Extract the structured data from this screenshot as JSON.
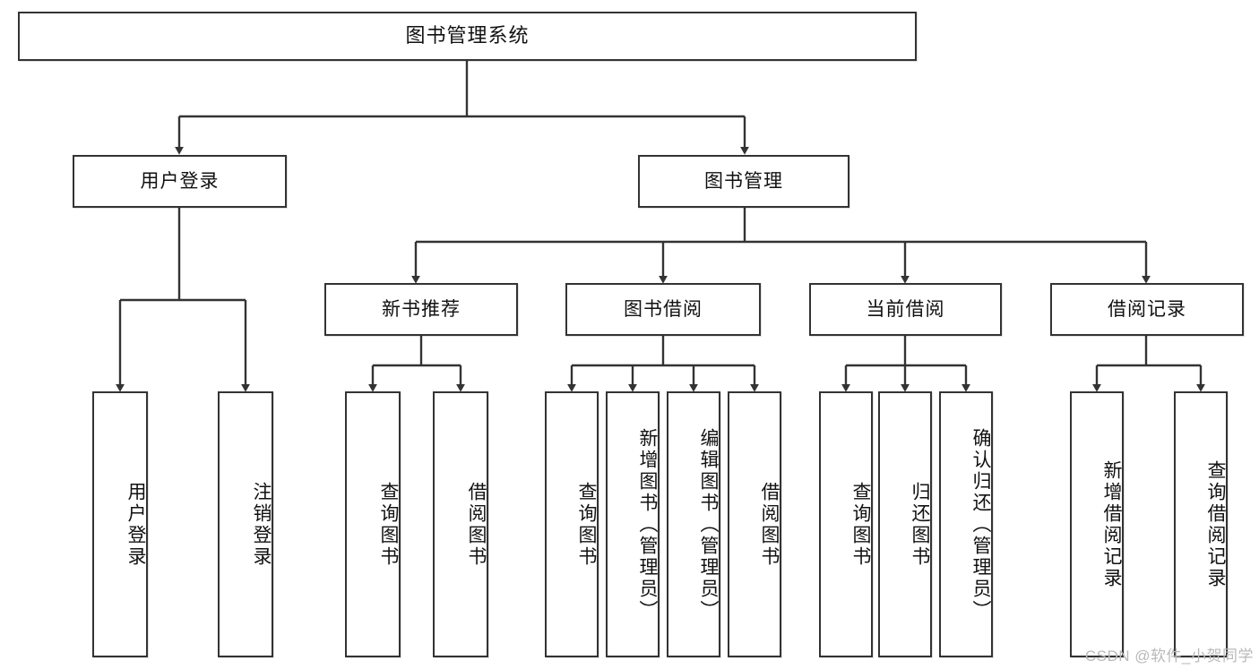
{
  "diagram": {
    "title": "图书管理系统",
    "type": "tree-hierarchy-diagram",
    "colors": {
      "box_border": "#333333",
      "box_fill": "#ffffff",
      "edge": "#333333",
      "text": "#111111",
      "watermark": "#b9b9b9",
      "background": "#ffffff"
    },
    "root": {
      "label": "图书管理系统",
      "orientation": "horizontal"
    },
    "level2": [
      {
        "id": "user-login",
        "label": "用户登录",
        "orientation": "horizontal"
      },
      {
        "id": "book-manage",
        "label": "图书管理",
        "orientation": "horizontal"
      }
    ],
    "level3": [
      {
        "id": "new-book-rec",
        "label": "新书推荐",
        "orientation": "horizontal",
        "parent": "book-manage"
      },
      {
        "id": "book-borrow",
        "label": "图书借阅",
        "orientation": "horizontal",
        "parent": "book-manage"
      },
      {
        "id": "current-borrow",
        "label": "当前借阅",
        "orientation": "horizontal",
        "parent": "book-manage"
      },
      {
        "id": "borrow-record",
        "label": "借阅记录",
        "orientation": "horizontal",
        "parent": "book-manage"
      }
    ],
    "leaves": {
      "user_login": [
        {
          "id": "leaf-user-login",
          "label": "用户登录"
        },
        {
          "id": "leaf-logout-login",
          "label": "注销登录"
        }
      ],
      "new_book_rec": [
        {
          "id": "leaf-query-book-1",
          "label": "查询图书"
        },
        {
          "id": "leaf-borrow-book-1",
          "label": "借阅图书"
        }
      ],
      "book_borrow": [
        {
          "id": "leaf-query-book-2",
          "label": "查询图书"
        },
        {
          "id": "leaf-add-book",
          "label": "新增图书（管理员）"
        },
        {
          "id": "leaf-edit-book",
          "label": "编辑图书（管理员）"
        },
        {
          "id": "leaf-borrow-book-2",
          "label": "借阅图书"
        }
      ],
      "current_borrow": [
        {
          "id": "leaf-query-book-3",
          "label": "查询图书"
        },
        {
          "id": "leaf-return-book",
          "label": "归还图书"
        },
        {
          "id": "leaf-confirm-return",
          "label": "确认归还（管理员）"
        }
      ],
      "borrow_record": [
        {
          "id": "leaf-add-record",
          "label": "新增借阅记录"
        },
        {
          "id": "leaf-query-record",
          "label": "查询借阅记录"
        }
      ]
    }
  },
  "watermark": {
    "text": "CSDN @软件_小贺同学"
  }
}
